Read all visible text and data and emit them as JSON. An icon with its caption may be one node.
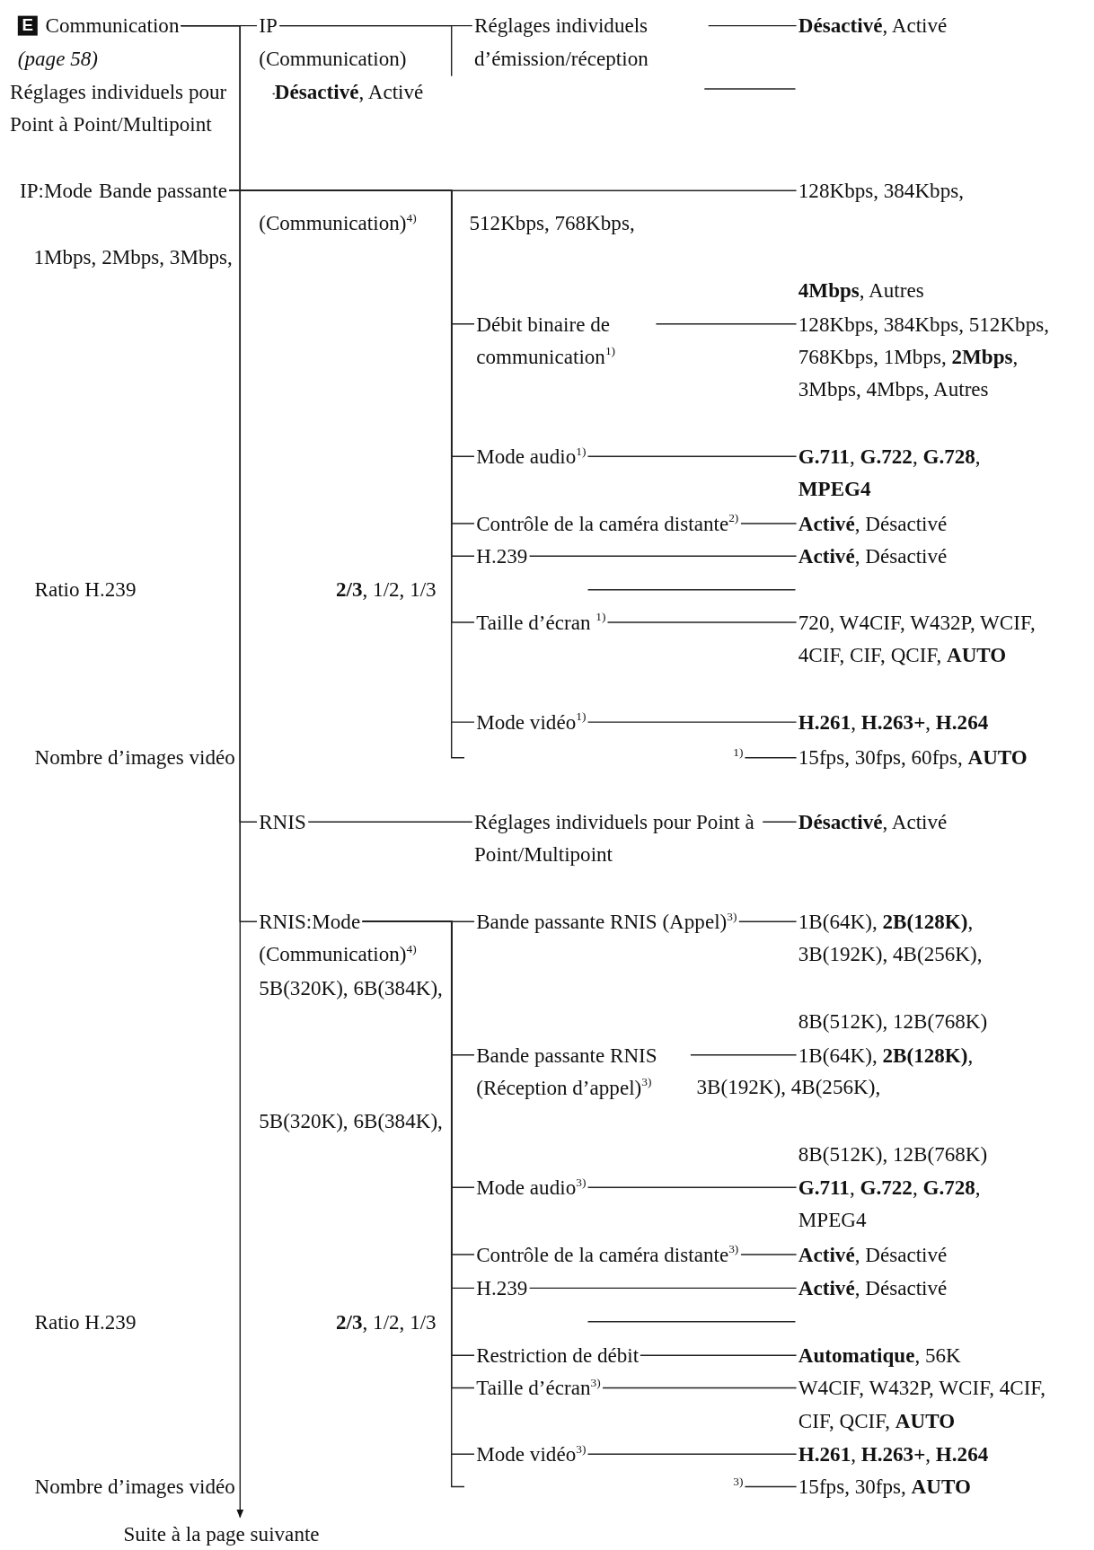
{
  "diagram": {
    "nodes": [
      {
        "text": [
          "Communication",
          "(page 58)"
        ]
      },
      {
        "text": [
          "IP",
          "(Communication)"
        ]
      },
      {
        "text": [
          "Réglages individuels d’émission/réception"
        ]
      },
      {
        "text": [
          "**Désactivé**, Activé"
        ]
      },
      {
        "text": [
          "Réglages individuels pour Point à Point/Multipoint"
        ]
      },
      {
        "text": [
          "**Désactivé**, Activé"
        ]
      },
      {
        "text": [
          "IP:Mode"
        ]
      },
      {
        "text": [
          "Bande passante"
        ]
      },
      {
        "text": [
          "128Kbps, 384Kbps,"
        ]
      },
      {
        "text": [
          "Débit binaire de communication$^{1)}$"
        ]
      },
      {
        "text": [
          "128Kbps, 384Kbps, 512Kbps, 768Kbps, 1Mbps, **2Mbps**, 3Mbps, 4Mbps, Autres"
        ]
      },
      {
        "text": [
          "Mode audio$^{1)}$"
        ]
      },
      {
        "text": [
          "**G.711**, **G.722**, **G.728**, **MPEG4**"
        ]
      },
      {
        "text": [
          "Contrôle de la caméra distante$^{2)}$"
        ]
      },
      {
        "text": [
          "**Activé**, Désactivé"
        ]
      },
      {
        "text": [
          "H.239"
        ]
      },
      {
        "text": [
          "**Activé**, Désactivé"
        ]
      },
      {
        "text": [
          "Ratio H.239"
        ]
      },
      {
        "text": [
          "**2/3**, 1/2, 1/3"
        ]
      },
      {
        "text": [
          "Taille d’écran $^{1)}$"
        ]
      },
      {
        "text": [
          "720, W4CIF, W432P, WCIF, 4CIF, CIF, QCIF, **AUTO**"
        ]
      },
      {
        "text": [
          "Mode vidéo$^{1)}$"
        ]
      },
      {
        "text": [
          "**H.261**, **H.263+**, **H.264**"
        ]
      },
      {
        "text": [
          "Nombre d’images vidéo"
        ]
      },
      {
        "text": [
          "$^{1)}$"
        ]
      },
      {
        "text": [
          "15fps, 30fps, 60fps, **AUTO**"
        ]
      },
      {
        "text": [
          "RNIS"
        ]
      },
      {
        "text": [
          "Réglages individuels pour Point à Point/Multipoint"
        ]
      },
      {
        "text": [
          "**Désactivé**, Activé"
        ]
      },
      {
        "text": [
          "RNIS:Mode",
          "(Communication)$^{4)}$"
        ]
      },
      {
        "text": [
          "Bande passante RNIS (Appel)$^{3)}$"
        ]
      },
      {
        "text": [
          "1B(64K), **2B(128K)**, 3B(192K), 4B(256K),"
        ]
      },
      {
        "text": [
          "Bande passante RNIS (Réception d’appel)$^{3)}$"
        ]
      },
      {
        "text": [
          "1B(64K), **2B(128K)**,"
        ]
      },
      {
        "text": [
          "Mode audio$^{3)}$"
        ]
      },
      {
        "text": [
          "**G.711**, **G.722**, **G.728**, MPEG4"
        ]
      },
      {
        "text": [
          "Contrôle de la caméra distante$^{3)}$"
        ]
      },
      {
        "text": [
          "**Activé**, Désactivé"
        ]
      },
      {
        "text": [
          "H.239"
        ]
      },
      {
        "text": [
          "**Activé**, Désactivé"
        ]
      },
      {
        "text": [
          "Ratio H.239"
        ]
      },
      {
        "text": [
          "**2/3**, 1/2, 1/3"
        ]
      },
      {
        "text": [
          "Restriction de débit"
        ]
      },
      {
        "text": [
          "**Automatique**, 56K"
        ]
      },
      {
        "text": [
          "Taille d’écran$^{3)}$"
        ]
      },
      {
        "text": [
          "W4CIF, W432P, WCIF, 4CIF, CIF, QCIF, **AUTO**"
        ]
      },
      {
        "text": [
          "Mode vidéo$^{3)}$"
        ]
      },
      {
        "text": [
          "**H.261**, **H.263+**, **H.264**"
        ]
      },
      {
        "text": [
          "Nombre d’images vidéo"
        ]
      },
      {
        "text": [
          "$^{3)}$"
        ]
      },
      {
        "text": [
          "15fps, 30fps, **AUTO**"
        ]
      },
      {
        "text": [
          "Suite à la page suivante"
        ]
      },
      {
        "text": [
          "512Kbps, 768Kbps,"
        ]
      },
      {
        "text": [
          "1Mbps, 2Mbps, 3Mbps,"
        ]
      },
      {
        "text": [
          "**4Mbps**, Autres"
        ]
      },
      {
        "text": [
          "5B(320K), 6B(384K),"
        ]
      },
      {
        "text": [
          "8B(512K), 12B(768K)"
        ]
      },
      {
        "text": [
          "3B(192K), 4B(256K),"
        ]
      },
      {
        "text": [
          "5B(320K), 6B(384K),"
        ]
      },
      {
        "text": [
          "8B(512K), 12B(768K)"
        ]
      },
      {
        "text": [
          "(Communication)$^{4)}$"
        ]
      }
    ],
    "edges": [
      {
        "from": 0,
        "to": 1,
        "arrow": "none"
      },
      {
        "from": 1,
        "to": 2,
        "arrow": "none"
      },
      {
        "from": 1,
        "to": 5,
        "arrow": "none"
      },
      {
        "from": 2,
        "to": 3,
        "arrow": "none"
      },
      {
        "from": 0,
        "to": 26,
        "arrow": "none"
      },
      {
        "from": 0,
        "to": 29,
        "arrow": "none"
      },
      {
        "from": 0,
        "to": 51,
        "arrow": "to"
      },
      {
        "from": 7,
        "to": 8,
        "arrow": "none"
      },
      {
        "from": 7,
        "to": 9,
        "arrow": "none"
      },
      {
        "from": 9,
        "to": 10,
        "arrow": "none"
      },
      {
        "from": 7,
        "to": 11,
        "arrow": "none"
      },
      {
        "from": 11,
        "to": 12,
        "arrow": "none"
      },
      {
        "from": 7,
        "to": 13,
        "arrow": "none"
      },
      {
        "from": 13,
        "to": 14,
        "arrow": "none"
      },
      {
        "from": 7,
        "to": 15,
        "arrow": "none"
      },
      {
        "from": 15,
        "to": 16,
        "arrow": "none"
      },
      {
        "from": 7,
        "to": 19,
        "arrow": "none"
      },
      {
        "from": 19,
        "to": 20,
        "arrow": "none"
      },
      {
        "from": 7,
        "to": 21,
        "arrow": "none"
      },
      {
        "from": 21,
        "to": 22,
        "arrow": "none"
      },
      {
        "from": 24,
        "to": 25,
        "arrow": "none"
      },
      {
        "from": 26,
        "to": 27,
        "arrow": "none"
      },
      {
        "from": 27,
        "to": 28,
        "arrow": "none"
      },
      {
        "from": 29,
        "to": 30,
        "arrow": "none"
      },
      {
        "from": 30,
        "to": 31,
        "arrow": "none"
      },
      {
        "from": 29,
        "to": 32,
        "arrow": "none"
      },
      {
        "from": 32,
        "to": 33,
        "arrow": "none"
      },
      {
        "from": 29,
        "to": 34,
        "arrow": "none"
      },
      {
        "from": 34,
        "to": 35,
        "arrow": "none"
      },
      {
        "from": 29,
        "to": 36,
        "arrow": "none"
      },
      {
        "from": 36,
        "to": 37,
        "arrow": "none"
      },
      {
        "from": 29,
        "to": 38,
        "arrow": "none"
      },
      {
        "from": 38,
        "to": 39,
        "arrow": "none"
      },
      {
        "from": 29,
        "to": 42,
        "arrow": "none"
      },
      {
        "from": 42,
        "to": 43,
        "arrow": "none"
      },
      {
        "from": 29,
        "to": 44,
        "arrow": "none"
      },
      {
        "from": 44,
        "to": 45,
        "arrow": "none"
      },
      {
        "from": 29,
        "to": 46,
        "arrow": "none"
      },
      {
        "from": 46,
        "to": 47,
        "arrow": "none"
      },
      {
        "from": 49,
        "to": 50,
        "arrow": "none"
      }
    ],
    "labels": [
      "E"
    ]
  }
}
